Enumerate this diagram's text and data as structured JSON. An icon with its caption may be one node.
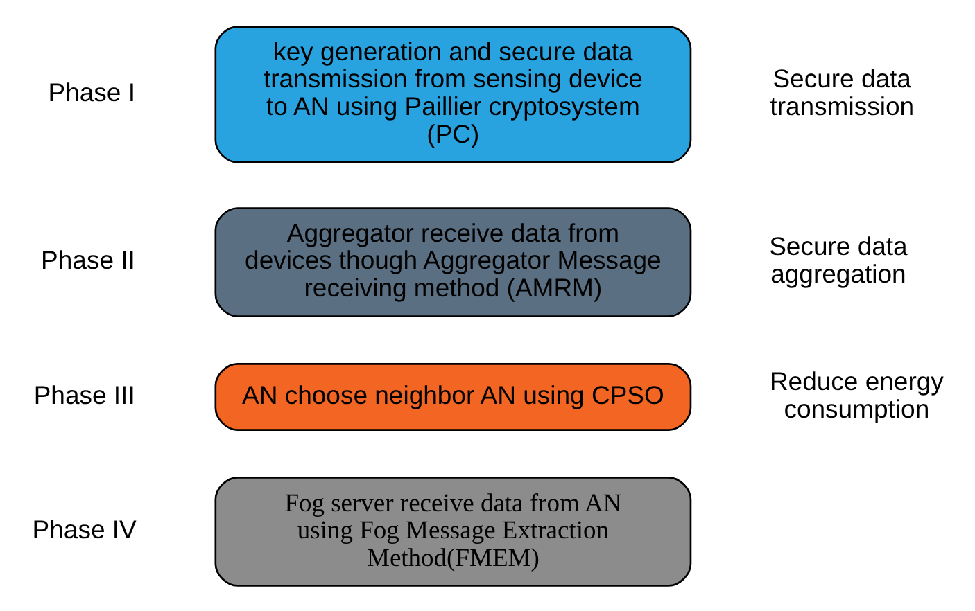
{
  "diagram": {
    "nodes": [
      {
        "text": [
          "key generation and secure data transmission from sensing device to AN using Paillier cryptosystem (PC)"
        ],
        "beside": [
          "Phase I",
          "Secure data transmission"
        ]
      },
      {
        "text": [
          "Aggregator receive data from devices though Aggregator Message receiving method (AMRM)"
        ],
        "beside": [
          "Phase II",
          "Secure data aggregation"
        ]
      },
      {
        "text": [
          "AN choose neighbor AN using CPSO"
        ],
        "beside": [
          "Phase III",
          "Reduce energy consumption"
        ]
      },
      {
        "text": [
          "Fog server receive data from AN using Fog Message Extraction Method(FMEM)"
        ],
        "beside": [
          "Phase IV"
        ]
      }
    ],
    "edges": []
  }
}
